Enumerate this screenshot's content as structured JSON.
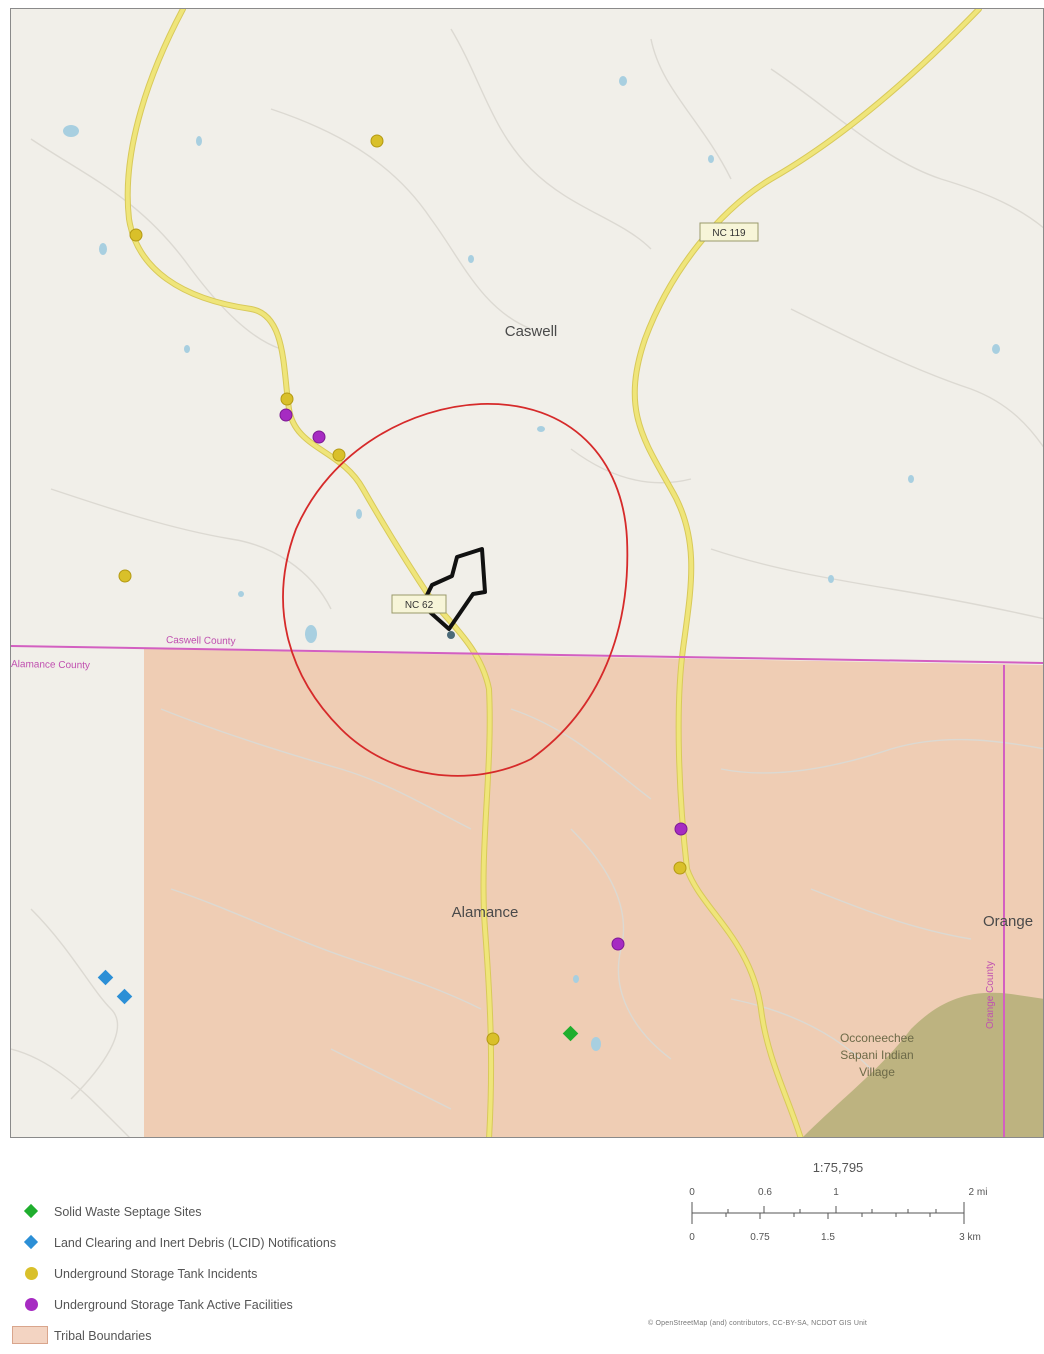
{
  "map": {
    "place_labels": {
      "caswell": "Caswell",
      "alamance": "Alamance",
      "orange": "Orange",
      "caswell_county": "Caswell County",
      "alamance_county": "Alamance County",
      "orange_county": "Orange County",
      "village_line1": "Occoneechee",
      "village_line2": "Sapani Indian",
      "village_line3": "Village"
    },
    "road_shields": {
      "nc119": "NC 119",
      "nc62": "NC 62"
    },
    "colors": {
      "land": "#f1efe9",
      "tribal_fill": "#efcdb4",
      "road": "#efe57a",
      "road_casing": "#d8c95a",
      "county_line": "#d35fc1",
      "buffer_circle": "#d62a2a",
      "site_outline": "#111111",
      "park": "#b7b07a",
      "water": "#a8cfe0"
    }
  },
  "legend": {
    "items": [
      {
        "label": "Solid Waste Septage Sites",
        "symbol": "diamond",
        "color": "#1fae2e"
      },
      {
        "label": "Land Clearing and Inert Debris (LCID) Notifications",
        "symbol": "diamond",
        "color": "#2c8fd6"
      },
      {
        "label": "Underground Storage Tank Incidents",
        "symbol": "dot",
        "color": "#d9c02a"
      },
      {
        "label": "Underground Storage Tank Active Facilities",
        "symbol": "dot",
        "color": "#a62bc2"
      },
      {
        "label": "Tribal Boundaries",
        "symbol": "patch",
        "color": "#f3d4c2"
      }
    ]
  },
  "scale": {
    "ratio": "1:75,795",
    "mi_ticks": [
      "0",
      "0.6",
      "1",
      "2 mi"
    ],
    "km_ticks": [
      "0",
      "0.75",
      "1.5",
      "3 km"
    ]
  },
  "attribution": "© OpenStreetMap (and) contributors, CC-BY-SA, NCDOT GIS Unit"
}
